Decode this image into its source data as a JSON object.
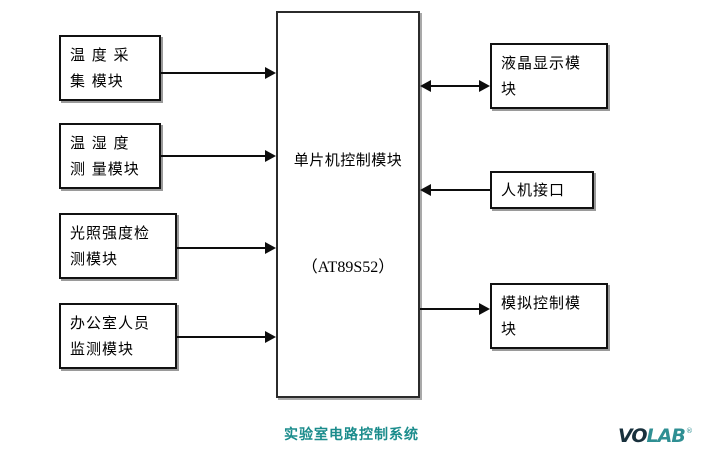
{
  "diagram": {
    "caption": "实验室电路控制系统",
    "caption_color": "#1b8c8c",
    "background": "#ffffff",
    "line_color": "#0d0d0d",
    "box_border_color": "#111111",
    "inputs": [
      {
        "id": "temp-acquire",
        "label": "温 度 采 集 模块"
      },
      {
        "id": "humidity-measure",
        "label": "温 湿 度 测 量模块"
      },
      {
        "id": "light-intensity",
        "label": "光照强度检 测模块"
      },
      {
        "id": "occupancy-monitor",
        "label": "办公室人员 监测模块"
      }
    ],
    "central": {
      "id": "mcu-control",
      "title": "单片机控制模块",
      "chip": "（AT89S52）"
    },
    "outputs": [
      {
        "id": "lcd-display",
        "label": "液晶显示模 块",
        "arrow": "bidirectional"
      },
      {
        "id": "human-machine-interface",
        "label": "人机接口",
        "arrow": "to-mcu"
      },
      {
        "id": "analog-control",
        "label": "模拟控制模 块",
        "arrow": "from-mcu"
      }
    ]
  },
  "logo": {
    "part1": "VO",
    "part2": "LAB",
    "trademark": "®",
    "color1": "#18303c",
    "color2": "#2f8f93"
  }
}
